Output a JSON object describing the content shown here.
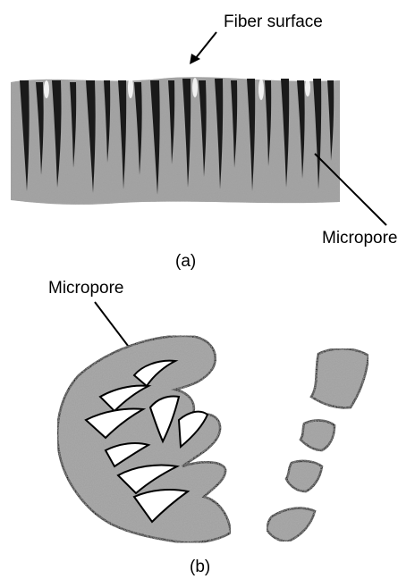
{
  "panel_a": {
    "label_fiber_surface": "Fiber surface",
    "label_micropore": "Micropore",
    "caption": "(a)"
  },
  "panel_b": {
    "label_micropore": "Micropore",
    "caption": "(b)"
  },
  "colors": {
    "ink": "#000000",
    "stipple_fill": "#9a9a9a",
    "background": "#ffffff"
  }
}
